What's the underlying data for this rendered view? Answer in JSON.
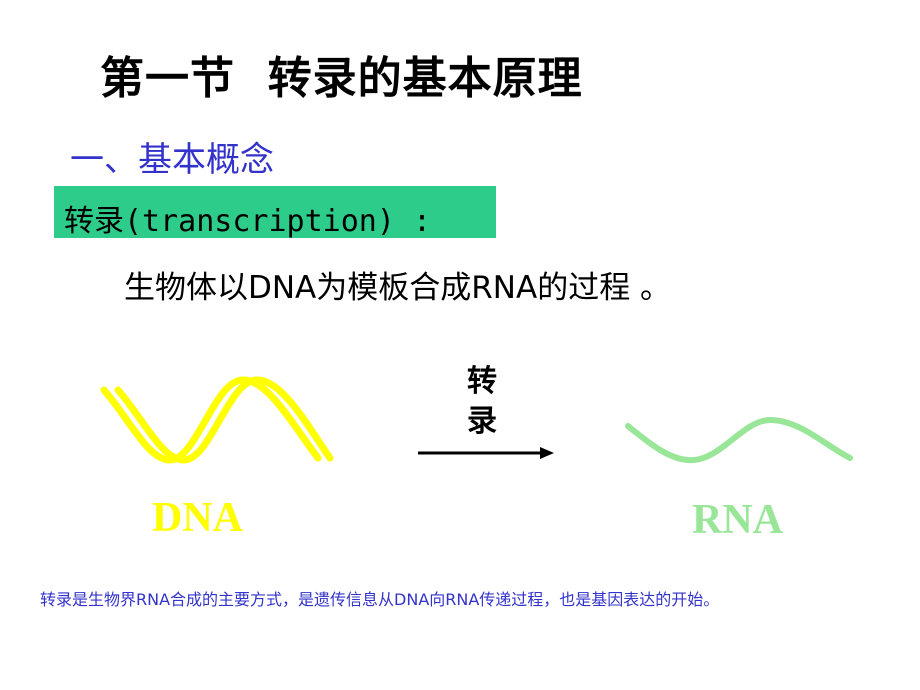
{
  "slide": {
    "title": "第一节  转录的基本原理",
    "section_heading": "一、基本概念",
    "term": "转录(transcription) :",
    "definition": "生物体以DNA为模板合成RNA的过程 。",
    "diagram": {
      "arrow_label_top": "转",
      "arrow_label_bottom": "录",
      "dna_label": "DNA",
      "rna_label": "RNA",
      "colors": {
        "dna": "#ffff00",
        "rna": "#99e699",
        "arrow": "#000000"
      }
    },
    "footnote": "转录是生物界RNA合成的主要方式，是遗传信息从DNA向RNA传递过程，也是基因表达的开始。"
  },
  "colors": {
    "title": "#000000",
    "section_heading": "#3333cc",
    "term_highlight": "#2ecc8a",
    "footnote": "#3333cc"
  }
}
